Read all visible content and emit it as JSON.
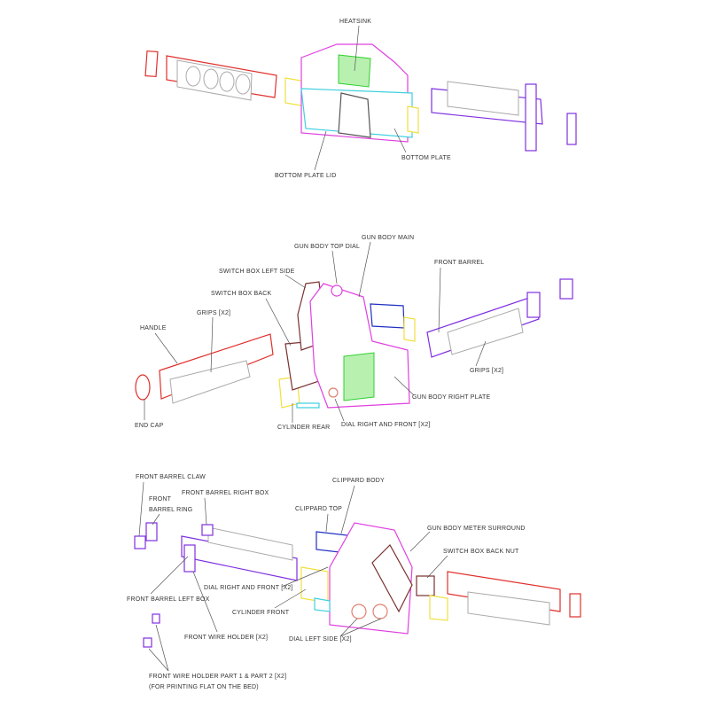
{
  "colors": {
    "handle": "#e0302c",
    "grip": "#9a9a9a",
    "body": "#e040e0",
    "plate": "#40d0e0",
    "heatsink": "#30d030",
    "cylinder": "#f0e040",
    "barrel": "#8030e0",
    "clippard": "#2030c0",
    "switchbox": "#7a3030",
    "dial": "#e08070"
  },
  "views": [
    {
      "name": "view-1",
      "labels": {
        "heatsink": "HEATSINK",
        "bottom_plate_lid": "BOTTOM PLATE LID",
        "bottom_plate": "BOTTOM PLATE"
      }
    },
    {
      "name": "view-2",
      "labels": {
        "gun_body_top_dial": "GUN BODY TOP DIAL",
        "gun_body_main": "GUN BODY MAIN",
        "switch_box_left_side": "SWITCH BOX LEFT SIDE",
        "front_barrel": "FRONT BARREL",
        "switch_box_back": "SWITCH BOX BACK",
        "grips_left": "GRIPS [X2]",
        "handle": "HANDLE",
        "grips_right": "GRIPS [X2]",
        "gun_body_right_plate": "GUN BODY RIGHT PLATE",
        "end_cap": "END CAP",
        "cylinder_rear": "CYLINDER REAR",
        "dial_right_and_front": "DIAL RIGHT AND FRONT [X2]"
      }
    },
    {
      "name": "view-3",
      "labels": {
        "front_barrel_claw": "FRONT BARREL CLAW",
        "front_barrel_ring_1": "FRONT",
        "front_barrel_ring_2": "BARREL RING",
        "front_barrel_right_box": "FRONT BARREL RIGHT BOX",
        "clippard_body": "CLIPPARD BODY",
        "clippard_top": "CLIPPARD TOP",
        "gun_body_meter_surround": "GUN BODY METER SURROUND",
        "switch_box_back_nut": "SWITCH BOX BACK NUT",
        "dial_right_and_front": "DIAL RIGHT AND FRONT [X2]",
        "front_barrel_left_box": "FRONT BARREL LEFT BOX",
        "cylinder_front": "CYLINDER FRONT",
        "front_wire_holder": "FRONT WIRE HOLDER [X2]",
        "dial_left_side": "DIAL LEFT SIDE [X2]",
        "front_wire_holder_parts": "FRONT WIRE HOLDER PART 1 & PART 2 [X2]",
        "printing_note": "(FOR PRINTING FLAT ON THE BED)"
      }
    }
  ]
}
